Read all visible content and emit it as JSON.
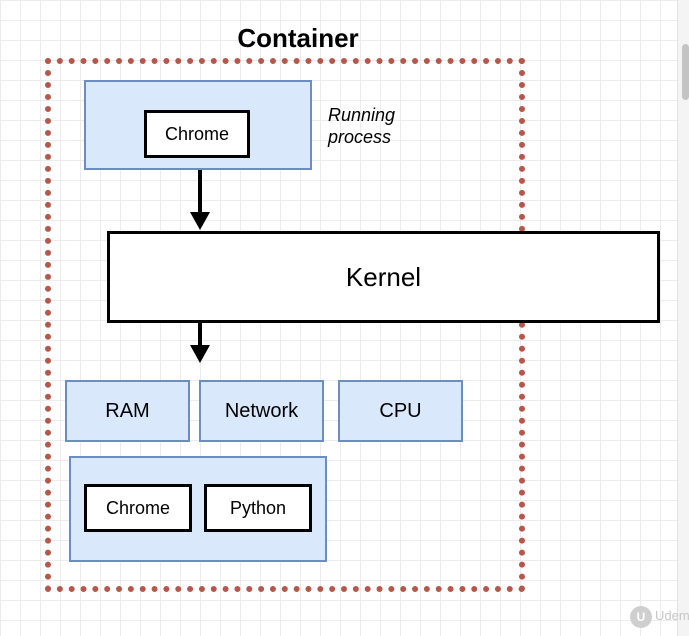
{
  "diagram": {
    "title": "Container",
    "running_process_label": "Running\nprocess",
    "top_process": "Chrome",
    "kernel": "Kernel",
    "resources": [
      "RAM",
      "Network",
      "CPU"
    ],
    "storage_items": [
      "Chrome",
      "Python"
    ]
  },
  "colors": {
    "container_border": "#b5574b",
    "box_fill": "#dae8fc",
    "box_border": "#6c8ebf"
  },
  "watermark": {
    "logo": "U",
    "text": "Udem"
  }
}
